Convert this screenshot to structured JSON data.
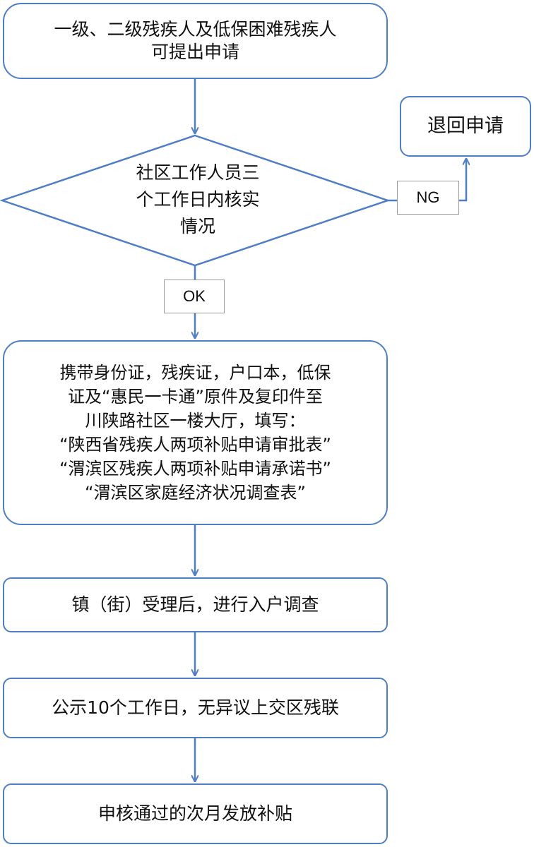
{
  "flowchart": {
    "start": {
      "lines": [
        "一级、二级残疾人及低保困难残疾人",
        "可提出申请"
      ]
    },
    "reject": {
      "label": "退回申请"
    },
    "decision": {
      "lines": [
        "社区工作人员三",
        "个工作日内核实",
        "情况"
      ]
    },
    "ng_label": "NG",
    "ok_label": "OK",
    "documents": {
      "lines": [
        "携带身份证，残疾证，户口本，低保",
        "证及“惠民一卡通”原件及复印件至",
        "川陕路社区一楼大厅，填写：",
        "“陕西省残疾人两项补贴申请审批表”",
        "“渭滨区残疾人两项补贴申请承诺书”",
        "“渭滨区家庭经济状况调查表”"
      ]
    },
    "investigation": {
      "label": "镇（街）受理后，进行入户调查"
    },
    "publicity": {
      "label": "公示10个工作日，无异议上交区残联"
    },
    "payment": {
      "label": "申核通过的次月发放补贴"
    }
  },
  "colors": {
    "border": "#4f7ec4",
    "arrow": "#4f7ec4",
    "tag_border": "#9a9a9a"
  }
}
